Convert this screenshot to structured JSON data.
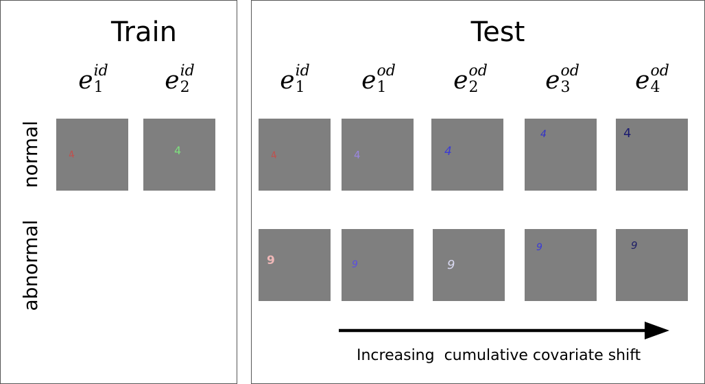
{
  "panels": {
    "train": {
      "title": "Train",
      "envs": [
        {
          "base": "e",
          "sup": "id",
          "sub": "1"
        },
        {
          "base": "e",
          "sup": "id",
          "sub": "2"
        }
      ]
    },
    "test": {
      "title": "Test",
      "envs": [
        {
          "base": "e",
          "sup": "id",
          "sub": "1"
        },
        {
          "base": "e",
          "sup": "od",
          "sub": "1"
        },
        {
          "base": "e",
          "sup": "od",
          "sub": "2"
        },
        {
          "base": "e",
          "sup": "od",
          "sub": "3"
        },
        {
          "base": "e",
          "sup": "od",
          "sub": "4"
        }
      ]
    }
  },
  "rows": {
    "normal": "normal",
    "abnormal": "abnormal"
  },
  "samples": {
    "train_normal": [
      {
        "digit": "4",
        "color": "#c0504d"
      },
      {
        "digit": "4",
        "color": "#7ee07e"
      }
    ],
    "test_normal": [
      {
        "digit": "4",
        "color": "#c0504d"
      },
      {
        "digit": "4",
        "color": "#9a86e0"
      },
      {
        "digit": "4",
        "color": "#3b3bd6"
      },
      {
        "digit": "4",
        "color": "#3030c8"
      },
      {
        "digit": "4",
        "color": "#1a1a70"
      }
    ],
    "test_abnormal": [
      {
        "digit": "9",
        "color": "#f0b8b8"
      },
      {
        "digit": "9",
        "color": "#5a4ee0"
      },
      {
        "digit": "9",
        "color": "#d8d8f0"
      },
      {
        "digit": "9",
        "color": "#3a3ad8"
      },
      {
        "digit": "9",
        "color": "#1e1e66"
      }
    ]
  },
  "arrow_caption": "Increasing  cumulative covariate shift"
}
